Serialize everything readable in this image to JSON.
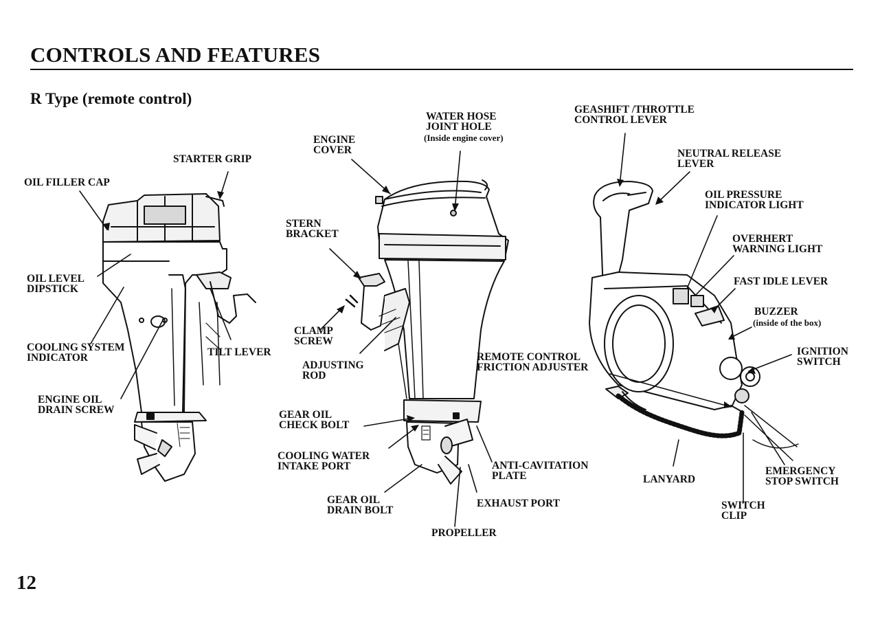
{
  "header": {
    "title": "CONTROLS AND FEATURES",
    "subtitle": "R Type (remote control)"
  },
  "page_number": "12",
  "labels": {
    "starter_grip": "STARTER GRIP",
    "oil_filler_cap": "OIL FILLER CAP",
    "oil_level_dipstick": "OIL LEVEL\nDIPSTICK",
    "cooling_system_indicator": "COOLING SYSTEM\nINDICATOR",
    "engine_oil_drain_screw": "ENGINE OIL\nDRAIN SCREW",
    "tilt_lever": "TILT LEVER",
    "engine_cover": "ENGINE\nCOVER",
    "water_hose_joint_hole": "WATER HOSE\nJOINT HOLE",
    "water_hose_note": "(Inside engine cover)",
    "stern_bracket": "STERN\nBRACKET",
    "clamp_screw": "CLAMP\nSCREW",
    "adjusting_rod": "ADJUSTING\nROD",
    "gear_oil_check_bolt": "GEAR OIL\nCHECK BOLT",
    "cooling_water_intake_port": "COOLING WATER\nINTAKE PORT",
    "gear_oil_drain_bolt": "GEAR OIL\nDRAIN BOLT",
    "propeller": "PROPELLER",
    "anti_cavitation_plate": "ANTI-CAVITATION\nPLATE",
    "exhaust_port": "EXHAUST PORT",
    "remote_control_friction_adjuster": "REMOTE CONTROL\nFRICTION ADJUSTER",
    "gearshift_throttle_lever": "GEASHIFT /THROTTLE\nCONTROL LEVER",
    "neutral_release_lever": "NEUTRAL RELEASE\nLEVER",
    "oil_pressure_indicator_light": "OIL PRESSURE\nINDICATOR LIGHT",
    "overheat_warning_light": "OVERHERT\nWARNING LIGHT",
    "fast_idle_lever": "FAST IDLE LEVER",
    "buzzer": "BUZZER",
    "buzzer_note": "(inside of the box)",
    "ignition_switch": "IGNITION\nSWITCH",
    "lanyard": "LANYARD",
    "emergency_stop_switch": "EMERGENCY\nSTOP SWITCH",
    "switch_clip": "SWITCH\nCLIP"
  }
}
